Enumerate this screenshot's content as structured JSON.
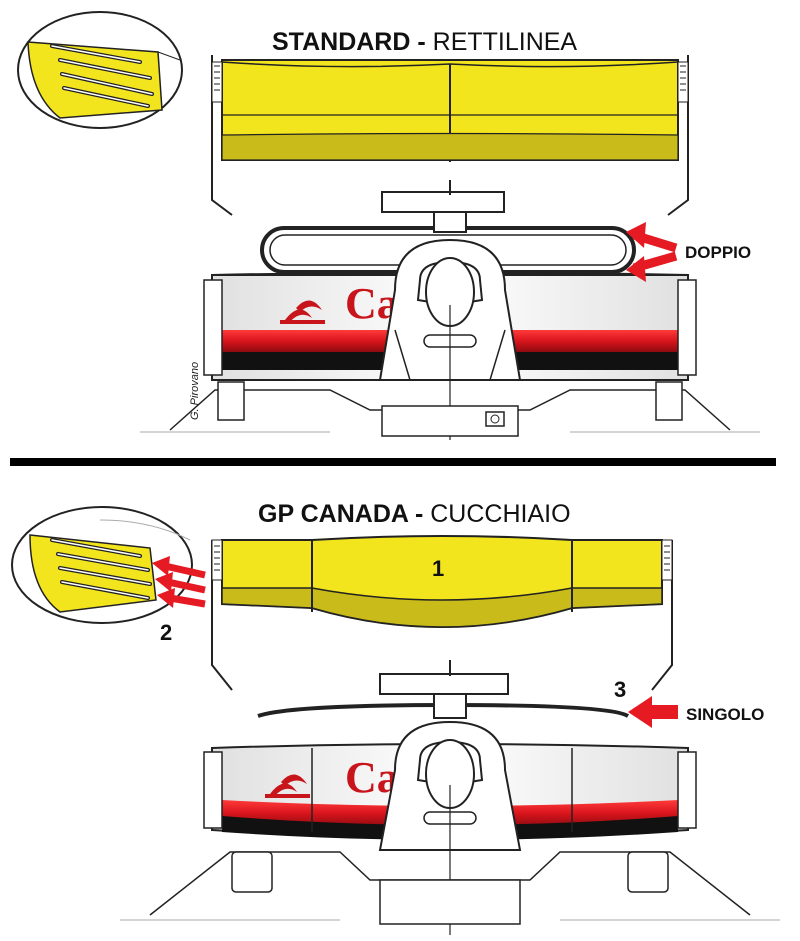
{
  "top": {
    "title_bold": "STANDARD - ",
    "title_light": "RETTILINEA",
    "callout": "DOPPIO"
  },
  "bottom": {
    "title_bold": "GP CANADA - ",
    "title_light": "CUCCHIAIO",
    "callout": "SINGOLO",
    "marker_1": "1",
    "marker_2": "2",
    "marker_3": "3"
  },
  "sponsor": {
    "top_visible": "Ca    nder",
    "bottom_visible": "Ca    nder"
  },
  "credit": "G. Pirovano",
  "colors": {
    "wing_yellow": "#f2e51e",
    "wing_yellow_dark": "#c9bb1a",
    "red": "#d8141c",
    "arrow_red": "#e51a22",
    "divider": "#000000"
  }
}
